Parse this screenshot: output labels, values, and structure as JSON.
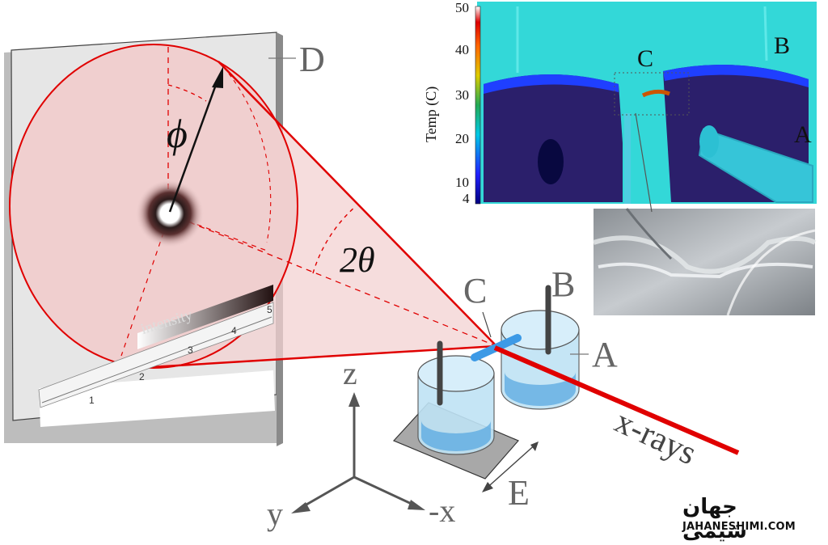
{
  "labels": {
    "detector": "D",
    "phi": "ϕ",
    "two_theta": "2θ",
    "intensity": "intensity",
    "ruler_numbers": [
      "1",
      "2",
      "3",
      "4",
      "5"
    ],
    "container_a": "A",
    "container_b": "B",
    "bridge_c": "C",
    "stage_e": "E",
    "axis_z": "z",
    "axis_y": "y",
    "axis_neg_x": "-x",
    "beam": "x-rays"
  },
  "thermal_inset": {
    "colorbar_title": "Temp (C)",
    "ticks": [
      "50",
      "40",
      "30",
      "20",
      "10",
      "4"
    ],
    "labels": {
      "c": "C",
      "b": "B",
      "a": "A"
    }
  },
  "logo": {
    "persian": "جهان شیمی",
    "url_text": "JAHANESHIMI.COM"
  },
  "colors": {
    "beam": "#e00000",
    "cone_fill": "#f3d2d2",
    "detector_face": "#e6e6e6",
    "cup": "#bfe3f5",
    "bridge": "#3d9ae6",
    "thermal_bg": "#33d8d8",
    "thermal_cup": "#2b1f6b"
  }
}
